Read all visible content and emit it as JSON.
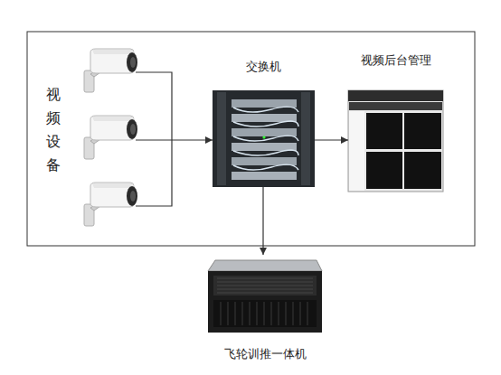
{
  "diagram": {
    "nodes": [
      {
        "text": [
          "视频设备"
        ]
      },
      {
        "text": [
          "交换机"
        ]
      },
      {
        "text": [
          "视频后台管理"
        ]
      },
      {
        "text": [
          "飞轮训推一体机"
        ]
      }
    ],
    "edges": [
      {
        "from": 0,
        "to": 1,
        "arrow": "to"
      },
      {
        "from": 1,
        "to": 2,
        "arrow": "to"
      },
      {
        "from": 1,
        "to": 3,
        "arrow": "to"
      }
    ]
  }
}
